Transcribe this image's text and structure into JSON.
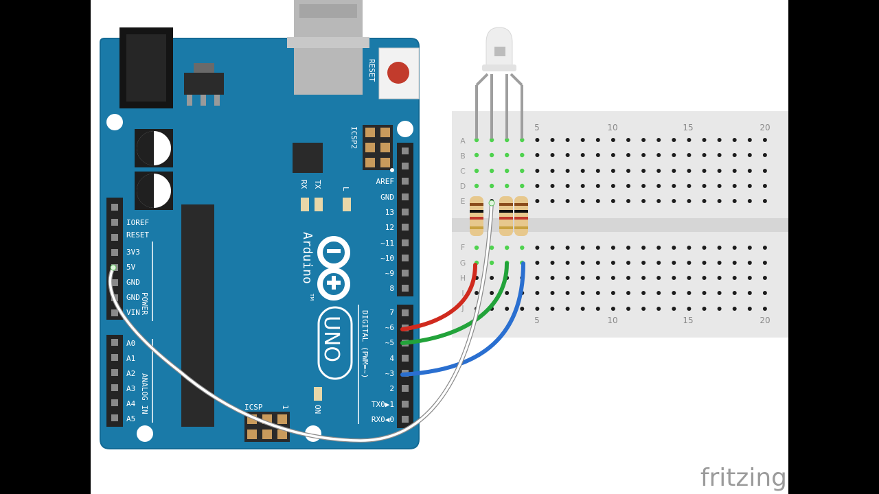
{
  "board": {
    "reset_label": "RESET",
    "icsp2_label": "ICSP2",
    "rx_label": "RX",
    "tx_label": "TX",
    "l_label": "L",
    "brand_label": "Arduino",
    "tm_label": "TM",
    "uno_label": "UNO",
    "on_label": "ON",
    "icsp_label": "ICSP",
    "icsp_pin1_label": "1",
    "digital_section_label": "DIGITAL (PWM=~)",
    "power_section_label": "POWER",
    "analog_section_label": "ANALOG IN",
    "power_pins": [
      "IOREF",
      "RESET",
      "3V3",
      "5V",
      "GND",
      "GND",
      "VIN"
    ],
    "analog_pins": [
      "A0",
      "A1",
      "A2",
      "A3",
      "A4",
      "A5"
    ],
    "digital_upper_pins": [
      "AREF",
      "GND",
      "13",
      "12",
      "~11",
      "~10",
      "~9",
      "8"
    ],
    "digital_lower_pins": [
      "7",
      "~6",
      "~5",
      "4",
      "~3",
      "2",
      "TX0▶1",
      "RX0◀0"
    ]
  },
  "breadboard": {
    "top_numbers": [
      "5",
      "10",
      "15",
      "20"
    ],
    "bottom_numbers": [
      "5",
      "10",
      "15",
      "20"
    ],
    "top_rows": [
      "A",
      "B",
      "C",
      "D",
      "E"
    ],
    "bottom_rows": [
      "F",
      "G",
      "H",
      "I",
      "J"
    ]
  },
  "wires": {
    "red": "#d02a1e",
    "green": "#22a33a",
    "blue": "#2a6fd0",
    "white": "#ffffff"
  },
  "colors": {
    "board": "#1a7aa8",
    "board_edge": "#136a95",
    "breadboard": "#e9e9e9"
  },
  "watermark": "fritzing"
}
